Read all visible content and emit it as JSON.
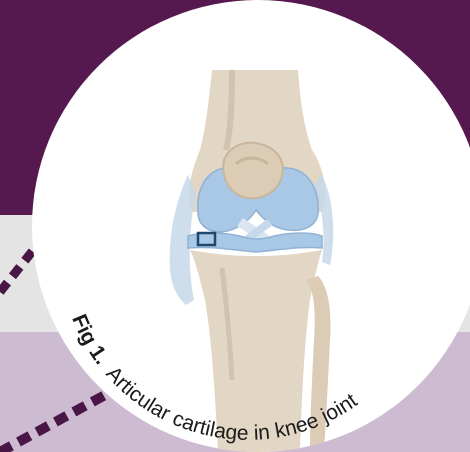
{
  "colors": {
    "background_top": "#55194f",
    "background_mid": "#e4e4e4",
    "background_bottom": "#cdbbd2",
    "dash_color": "#4a1645",
    "circle_fill": "#ffffff",
    "bone_color": "#e2d6c4",
    "cartilage_color": "#a9c8e6",
    "highlight_box_color": "#20486b"
  },
  "figure": {
    "subject": "knee-joint-illustration",
    "caption_label": "Fig 1.",
    "caption_text": "Articular cartilage in knee joint"
  }
}
